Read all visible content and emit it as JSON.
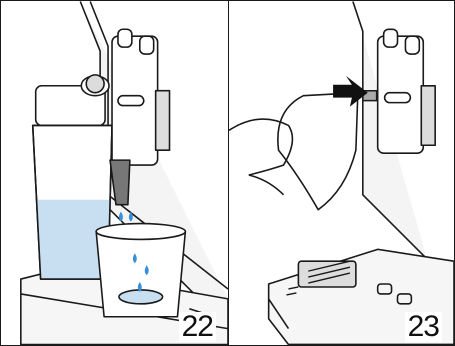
{
  "steps": [
    {
      "number": "22"
    },
    {
      "number": "23"
    }
  ],
  "colors": {
    "outline": "#1a1a1a",
    "milk": "#c8dff2",
    "droplet": "#3b8fd6",
    "arrow": "#111111"
  },
  "icons": {
    "panel_22": [
      "milk-carafe-illustration",
      "water-drop-icon",
      "cup-illustration"
    ],
    "panel_23": [
      "arrow-icon",
      "hand-with-cloth-illustration",
      "drip-tray-illustration"
    ]
  }
}
